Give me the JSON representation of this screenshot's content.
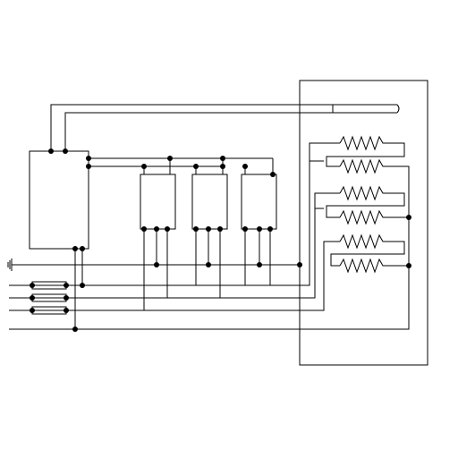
{
  "diagram": {
    "kind": "electrical-wiring-schematic",
    "colors": {
      "background": "#ffffff",
      "line": "#000000"
    },
    "components": {
      "control_box": 1,
      "relays": 3,
      "fuses": 3,
      "resistive_heating_elements": 6,
      "heater_enclosure": 1,
      "ground_symbol": 1
    },
    "text_labels": []
  }
}
